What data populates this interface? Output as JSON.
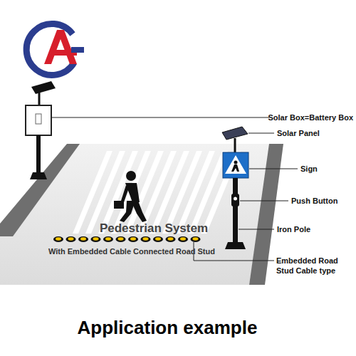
{
  "diagram": {
    "caption": "Application example",
    "labels": [
      "Solar Box=Battery Box",
      "Solar Panel",
      "Sign",
      "Push Button",
      "Iron Pole",
      "Embedded Road Stud Cable type",
      "Pedestrian System",
      "With Embedded Cable Connected Road Stud"
    ]
  }
}
